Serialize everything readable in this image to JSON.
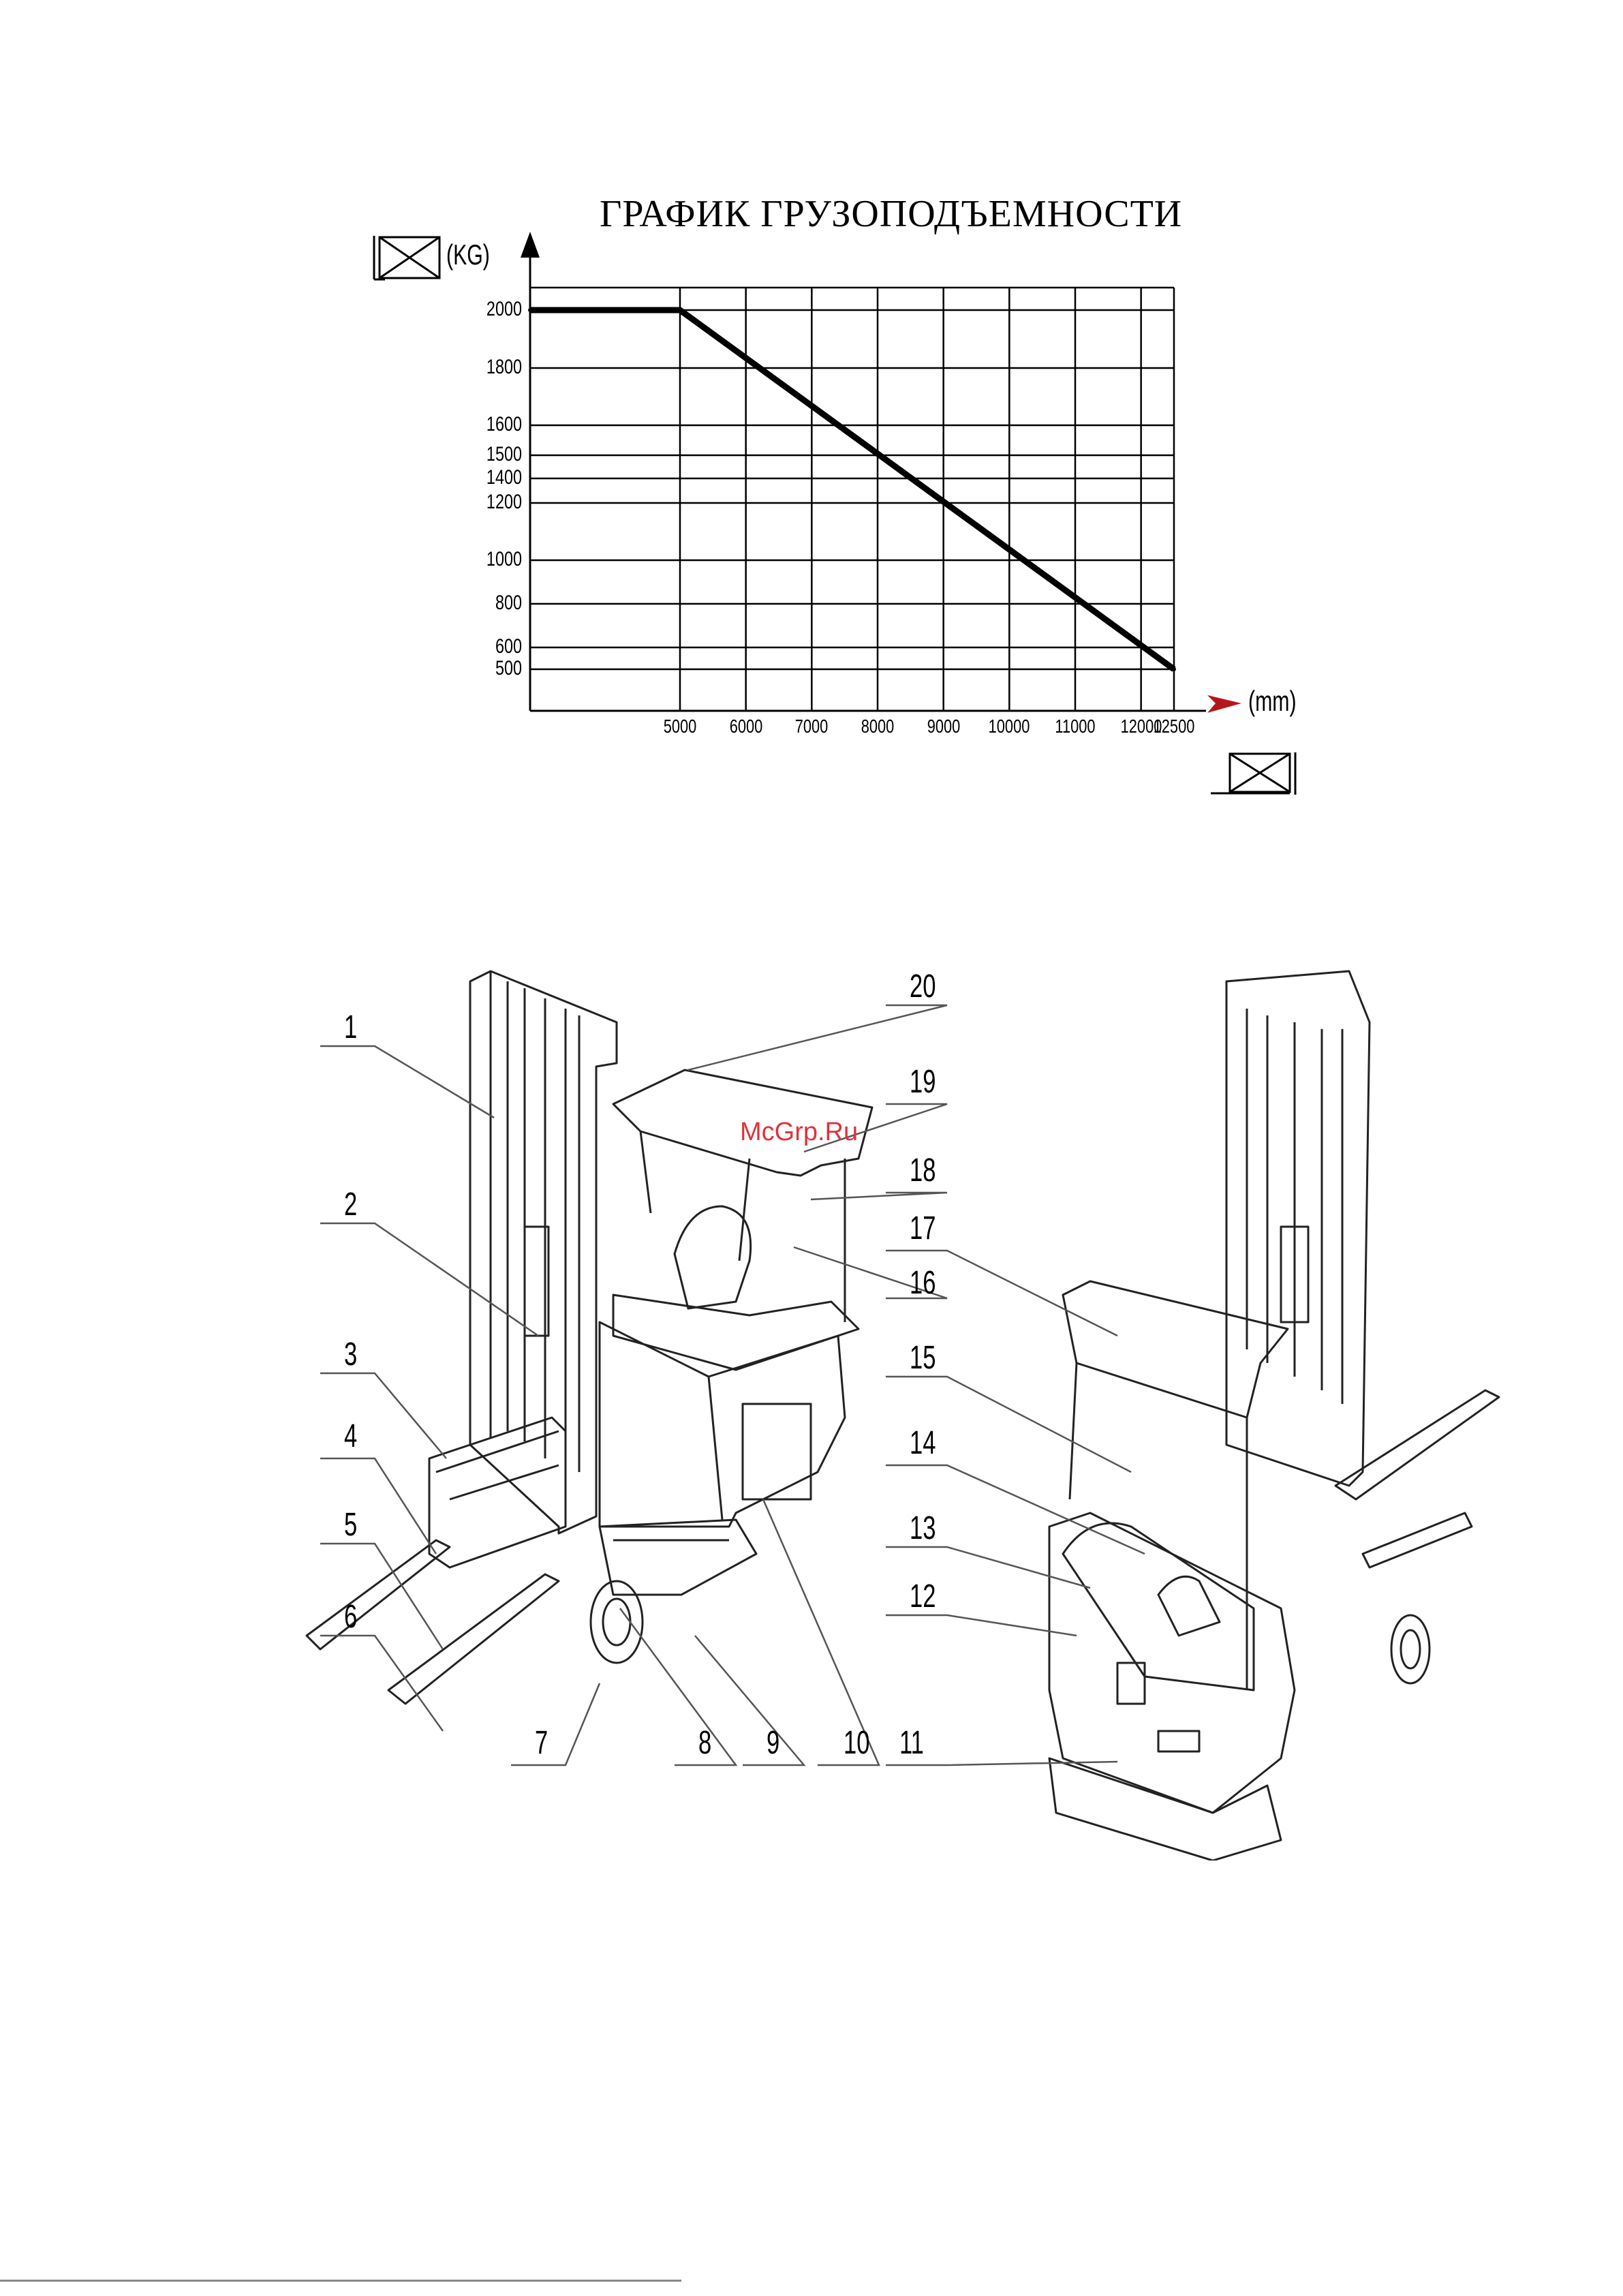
{
  "title": "ГРАФИК ГРУЗОПОДЪЕМНОСТИ",
  "y_unit": "(KG)",
  "x_unit": "(mm)",
  "watermark": "McGrp.Ru",
  "chart_data": {
    "type": "line",
    "title": "ГРАФИК ГРУЗОПОДЪЕМНОСТИ",
    "xlabel": "(mm)",
    "ylabel": "(KG)",
    "x_ticks": [
      "5000",
      "6000",
      "7000",
      "8000",
      "9000",
      "10000",
      "11000",
      "12000",
      "12500"
    ],
    "y_ticks": [
      "2000",
      "1800",
      "1600",
      "1500",
      "1400",
      "1200",
      "1000",
      "800",
      "600",
      "500"
    ],
    "series": [
      {
        "x": [
          0,
          5000,
          12500
        ],
        "y": [
          2000,
          2000,
          500
        ]
      }
    ],
    "grid": true
  },
  "callouts": [
    "1",
    "2",
    "3",
    "4",
    "5",
    "6",
    "7",
    "8",
    "9",
    "10",
    "11",
    "12",
    "13",
    "14",
    "15",
    "16",
    "17",
    "18",
    "19",
    "20"
  ]
}
